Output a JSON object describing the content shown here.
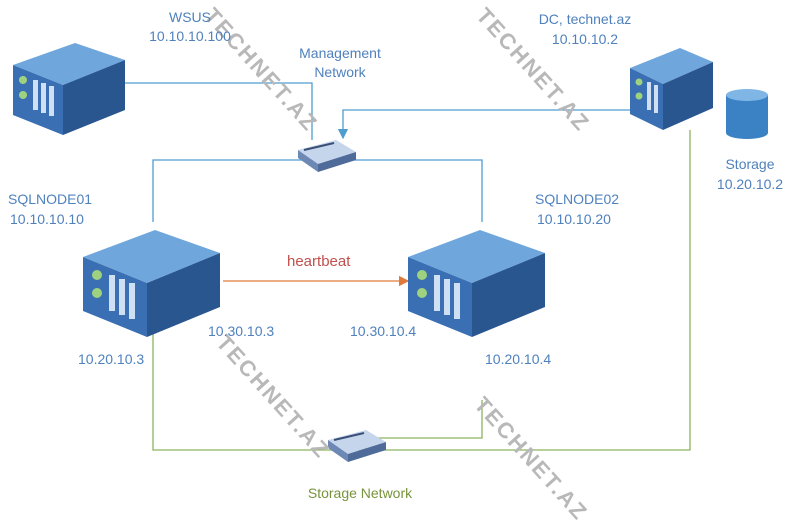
{
  "nodes": {
    "wsus": {
      "name": "WSUS",
      "ip": "10.10.10.100"
    },
    "dc": {
      "name": "DC, technet.az",
      "ip": "10.10.10.2"
    },
    "storage": {
      "name": "Storage",
      "ip": "10.20.10.2"
    },
    "sqlnode01": {
      "name": "SQLNODE01",
      "ip": "10.10.10.10",
      "heartbeat_ip": "10.30.10.3",
      "storage_ip": "10.20.10.3"
    },
    "sqlnode02": {
      "name": "SQLNODE02",
      "ip": "10.10.10.20",
      "heartbeat_ip": "10.30.10.4",
      "storage_ip": "10.20.10.4"
    }
  },
  "networks": {
    "management": {
      "label_line1": "Management",
      "label_line2": "Network",
      "color": "#4f9dcf"
    },
    "storage": {
      "label": "Storage Network",
      "color": "#8db360"
    },
    "heartbeat": {
      "label": "heartbeat",
      "color": "#e07a3a"
    }
  },
  "watermark": "TECHNET.AZ",
  "colors": {
    "server_front": "#3a6fb3",
    "server_top": "#6fa7dd",
    "server_side": "#2a5690",
    "switch": "#8faad0"
  }
}
